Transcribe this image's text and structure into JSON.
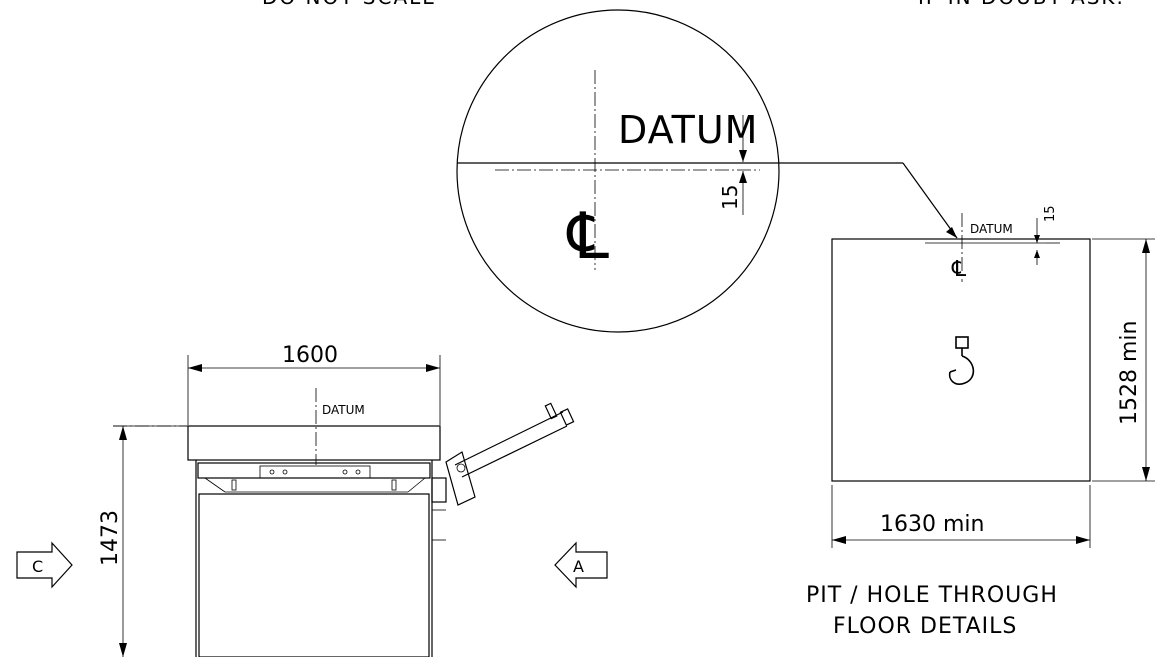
{
  "header": {
    "left_note": "DO NOT SCALE",
    "right_note": "IF IN DOUBT ASK."
  },
  "detail": {
    "datum_label": "DATUM",
    "offset_value": "15",
    "centerline_symbol": "℄"
  },
  "plan_view": {
    "width_dim": "1600",
    "depth_dim": "1473",
    "datum_label": "DATUM",
    "view_arrow_left": "C",
    "view_arrow_right": "A"
  },
  "pit_detail": {
    "datum_label": "DATUM",
    "offset_value": "15",
    "width_dim": "1630 min",
    "height_dim": "1528 min",
    "title_line1": "PIT / HOLE THROUGH",
    "title_line2": "FLOOR DETAILS",
    "centerline_symbol": "℄"
  }
}
